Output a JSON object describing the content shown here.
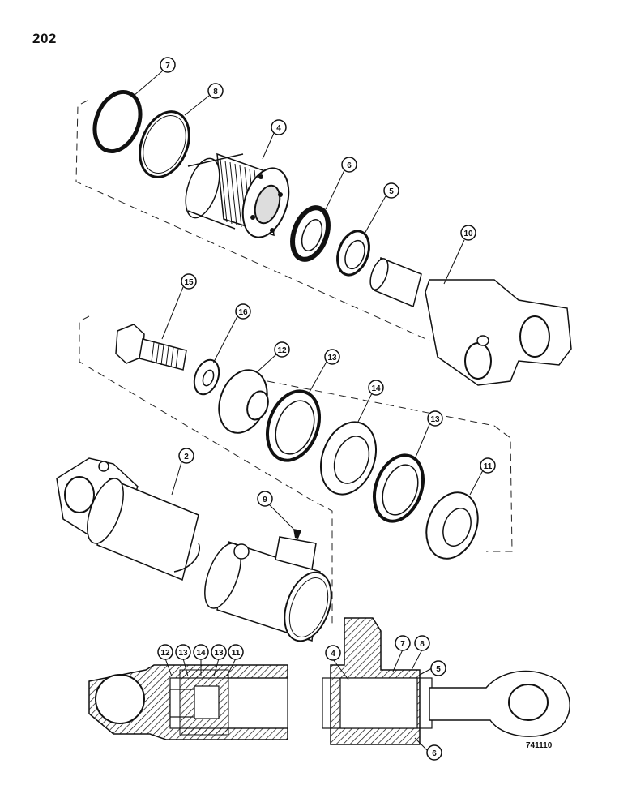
{
  "page_number": "202",
  "drawing_code": "741110",
  "callouts": {
    "c2": "2",
    "c4": "4",
    "c5": "5",
    "c6": "6",
    "c7": "7",
    "c8": "8",
    "c9": "9",
    "c10": "10",
    "c11": "11",
    "c12": "12",
    "c13": "13",
    "c14": "14",
    "c15": "15",
    "c16": "16"
  },
  "section_callouts": {
    "s12": "12",
    "s13a": "13",
    "s14": "14",
    "s13b": "13",
    "s11": "11",
    "s4": "4",
    "s7": "7",
    "s8": "8",
    "s5": "5",
    "s6": "6"
  }
}
